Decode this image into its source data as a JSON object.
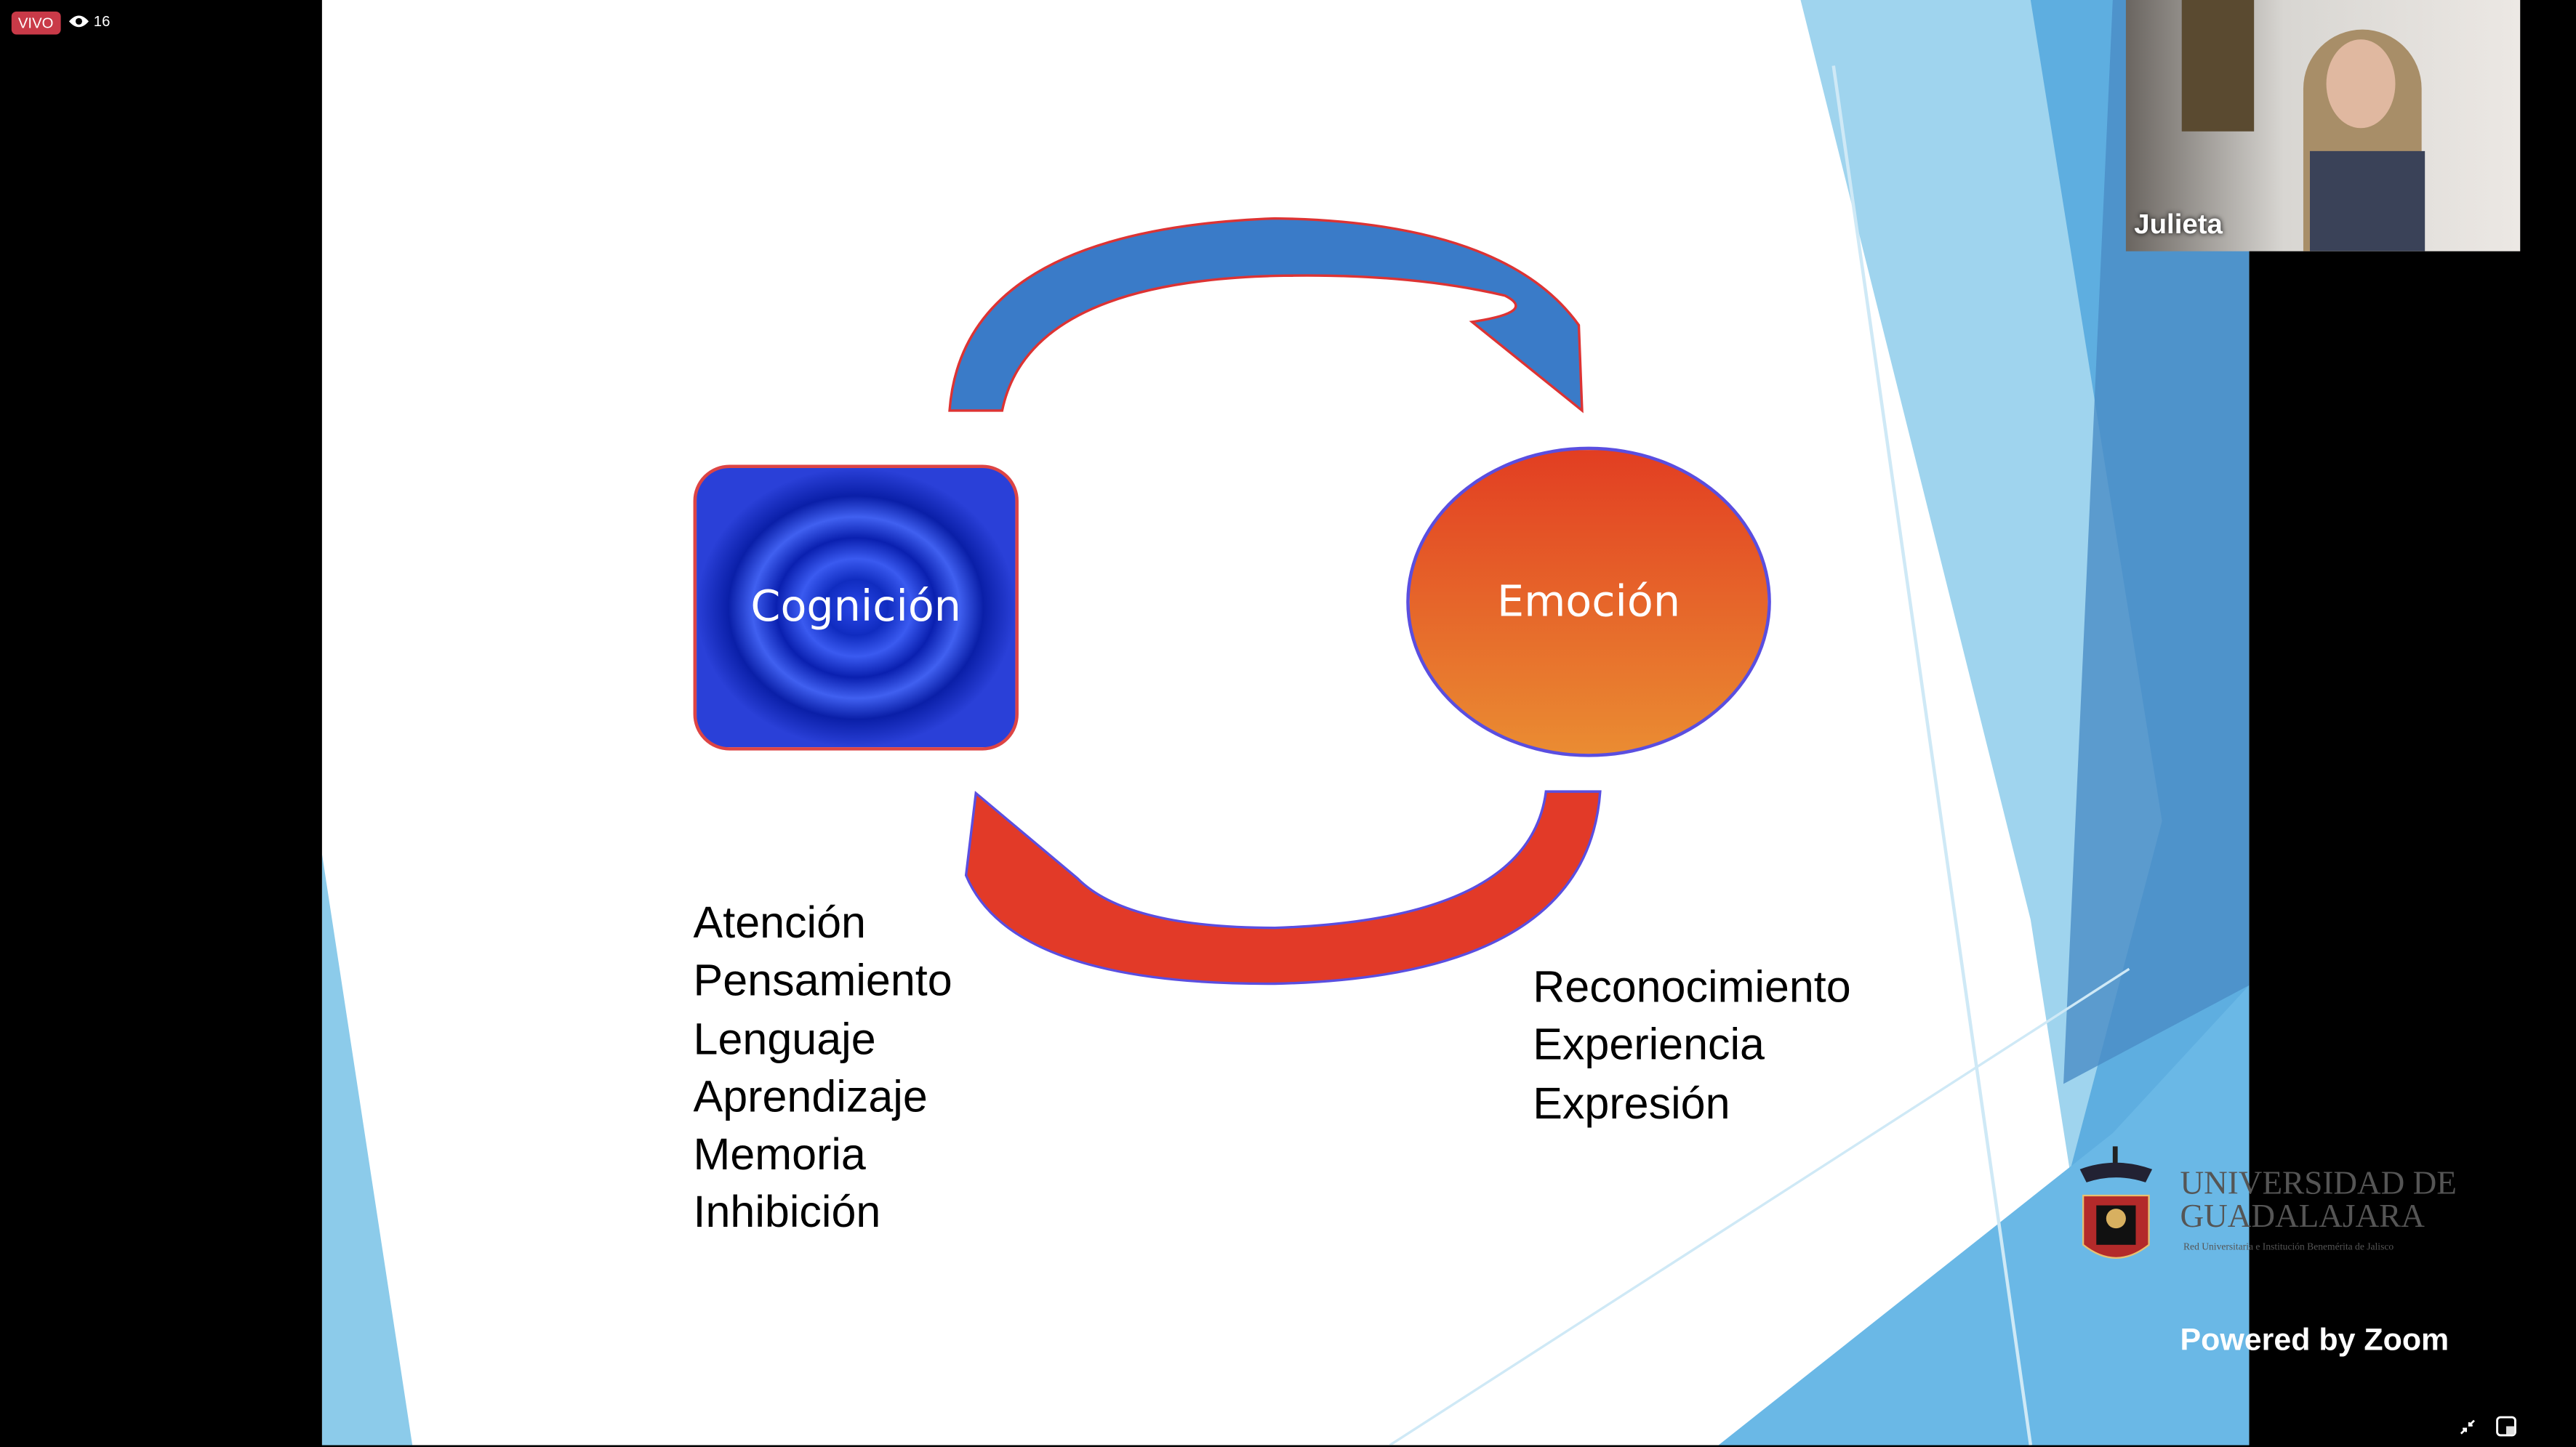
{
  "stream": {
    "live_label": "VIVO",
    "viewer_count": "16",
    "viewer_icon": "eye-icon"
  },
  "slide": {
    "nodes": {
      "cognition": "Cognición",
      "emotion": "Emoción"
    },
    "cognition_items": [
      "Atención",
      "Pensamiento",
      "Lenguaje",
      "Aprendizaje",
      "Memoria",
      "Inhibición"
    ],
    "emotion_items": [
      "Reconocimiento",
      "Experiencia",
      "Expresión"
    ],
    "logo": {
      "line1": "UNIVERSIDAD DE",
      "line2": "GUADALAJARA",
      "tagline": "Red Universitaria e Institución Benemérita de Jalisco"
    }
  },
  "video": {
    "participant_name": "Julieta"
  },
  "footer": {
    "powered_by": "Powered by Zoom",
    "exit_fullscreen_icon": "minimize-icon",
    "pip_icon": "picture-in-picture-icon"
  },
  "colors": {
    "live": "#c93a48",
    "blue_arrow": "#3a7bc8",
    "red_arrow": "#e23a28"
  }
}
